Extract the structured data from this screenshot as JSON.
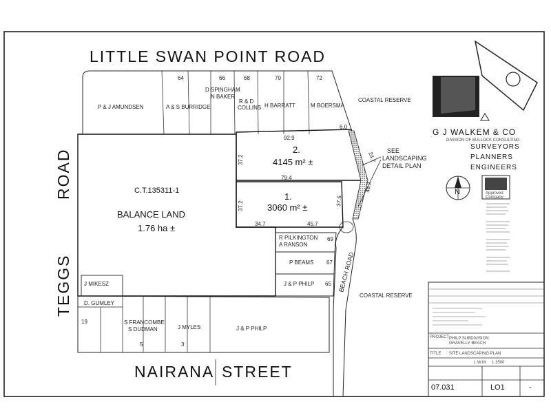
{
  "roads": {
    "north": "LITTLE  SWAN  POINT  ROAD",
    "west_1": "TEGGS",
    "west_2": "ROAD",
    "south_1": "NAIRANA",
    "south_2": "STREET",
    "beach": "BEACH  ROAD"
  },
  "north_lots": {
    "amundsen": "P & J AMUNDSEN",
    "burridge": "A & S BURRIDGE",
    "burridge_no": "64",
    "spingham_1": "D SPINGHAM",
    "spingham_2": "N BAKER",
    "spingham_no": "66",
    "collins_1": "R & D",
    "collins_2": "COLLINS",
    "collins_no": "68",
    "barratt": "H BARRATT",
    "barratt_no": "70",
    "boersma": "M BOERSMA",
    "boersma_no": "72"
  },
  "reserves": {
    "north": "COASTAL RESERVE",
    "south": "COASTAL RESERVE"
  },
  "landscaping": {
    "line1": "SEE",
    "line2": "LANDSCAPING",
    "line3": "DETAIL PLAN"
  },
  "dims": {
    "d60": "6.0",
    "d929": "92.9",
    "d372a": "37.2",
    "d247": "24.7",
    "d794": "79.4",
    "d482": "48.2",
    "d372b": "37.2",
    "d376": "37.6",
    "d347": "34.7",
    "d457": "45.7"
  },
  "lot2": {
    "num": "2.",
    "area": "4145 m² ±"
  },
  "lot1": {
    "num": "1.",
    "area": "3060 m² ±"
  },
  "balance": {
    "title_ref": "C.T.135311-1",
    "name": "BALANCE LAND",
    "area": "1.76 ha ±"
  },
  "east_lots": {
    "pilkington_1": "R PILKINGTON",
    "pilkington_2": "A RANSON",
    "pilkington_no": "69",
    "beams": "P BEAMS",
    "beams_no": "67",
    "philp": "J & P PHILP",
    "philp_no": "65"
  },
  "south_lots": {
    "mikesz": "J MIKESZ",
    "gumley": "D. GUMLEY",
    "lot19": "19",
    "francombe_1": "S FRANCOMBE",
    "francombe_2": "S DUDMAN",
    "francombe_no": "5",
    "myles": "J MYLES",
    "myles_no": "3",
    "philp": "J & P PHILP"
  },
  "firm": {
    "name": "G J WALKEM & CO",
    "division": "DIVISION OF BULLOCK CONSULTING",
    "s1": "SURVEYORS",
    "s2": "PLANNERS",
    "s3": "ENGINEERS",
    "accred1": "Approved",
    "accred2": "Company"
  },
  "title_block": {
    "project_label": "PROJECT",
    "project_1": "PHILP SUBDIVISION",
    "project_2": "GRAVELLY BEACH",
    "drawing_label": "TITLE",
    "drawing": "SITE LANDSCAPING PLAN",
    "drawn": "L.W.M.",
    "scale": "1:1500",
    "job_no": "07.031",
    "sheet": "LO1",
    "rev": "-"
  },
  "north_arrow": "N"
}
